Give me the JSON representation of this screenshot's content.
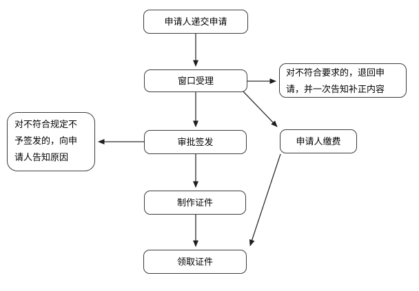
{
  "diagram": {
    "type": "flowchart",
    "nodes": {
      "submit": {
        "label": "申请人递交申请"
      },
      "accept": {
        "label": "窗口受理"
      },
      "return": {
        "label": "对不符合要求的，退回申\n请，并一次告知补正内容"
      },
      "pay": {
        "label": "申请人缴费"
      },
      "approve": {
        "label": "审批签发"
      },
      "reject": {
        "label": "对不符合规定不\n予签发的，向申\n请人告知原因"
      },
      "make": {
        "label": "制作证件"
      },
      "collect": {
        "label": "领取证件"
      }
    },
    "edges": [
      {
        "from": "submit",
        "to": "accept"
      },
      {
        "from": "accept",
        "to": "return"
      },
      {
        "from": "accept",
        "to": "pay"
      },
      {
        "from": "accept",
        "to": "approve"
      },
      {
        "from": "approve",
        "to": "reject"
      },
      {
        "from": "approve",
        "to": "make"
      },
      {
        "from": "make",
        "to": "collect"
      },
      {
        "from": "pay",
        "to": "collect"
      }
    ],
    "colors": {
      "background": "#ffffff",
      "node_fill": "#ffffff",
      "node_border": "#3a3a3a",
      "arrow": "#2b2b2b",
      "text": "#000000"
    }
  }
}
